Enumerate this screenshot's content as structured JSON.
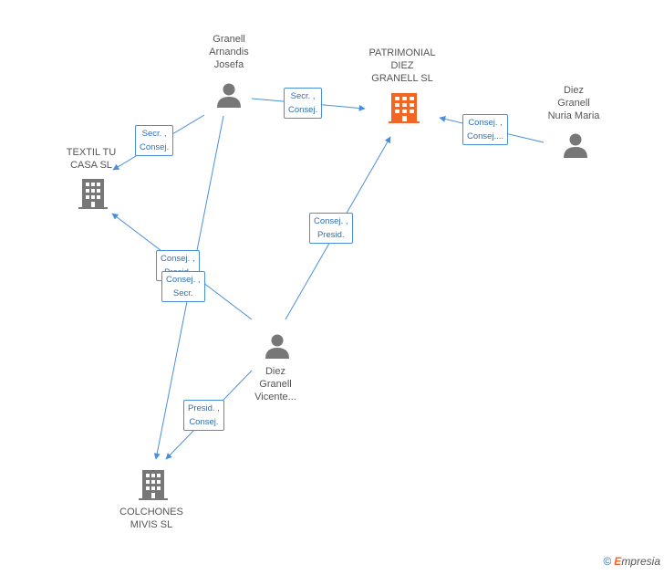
{
  "nodes": {
    "granell_arnandis": {
      "label": [
        "Granell",
        "Arnandis",
        "Josefa"
      ],
      "icon": "person-icon",
      "color": "#777777"
    },
    "patrimonial": {
      "label": [
        "PATRIMONIAL",
        "DIEZ",
        "GRANELL SL"
      ],
      "icon": "building-icon",
      "color": "#f26522"
    },
    "diez_nuria": {
      "label": [
        "Diez",
        "Granell",
        "Nuria Maria"
      ],
      "icon": "person-icon",
      "color": "#777777"
    },
    "textil": {
      "label": [
        "TEXTIL TU",
        "CASA SL"
      ],
      "icon": "building-icon",
      "color": "#777777"
    },
    "diez_vicente": {
      "label": [
        "Diez",
        "Granell",
        "Vicente..."
      ],
      "icon": "person-icon",
      "color": "#777777"
    },
    "colchones": {
      "label": [
        "COLCHONES",
        "MIVIS SL"
      ],
      "icon": "building-icon",
      "color": "#777777"
    }
  },
  "edges": {
    "e1": [
      "Secr. ,",
      "Consej."
    ],
    "e2": [
      "Secr. ,",
      "Consej."
    ],
    "e3": [
      "Consej. ,",
      "Consej...."
    ],
    "e4": [
      "Consej. ,",
      "Presid."
    ],
    "e5": [
      "Consej. ,",
      "Presid."
    ],
    "e6": [
      "Consej. ,",
      "Secr."
    ],
    "e7": [
      "Presid. ,",
      "Consej."
    ]
  },
  "brand": {
    "copyright": "©",
    "first": "E",
    "rest": "mpresia"
  },
  "colors": {
    "edge": "#4a90d9",
    "accent": "#f26522",
    "node": "#777777"
  }
}
